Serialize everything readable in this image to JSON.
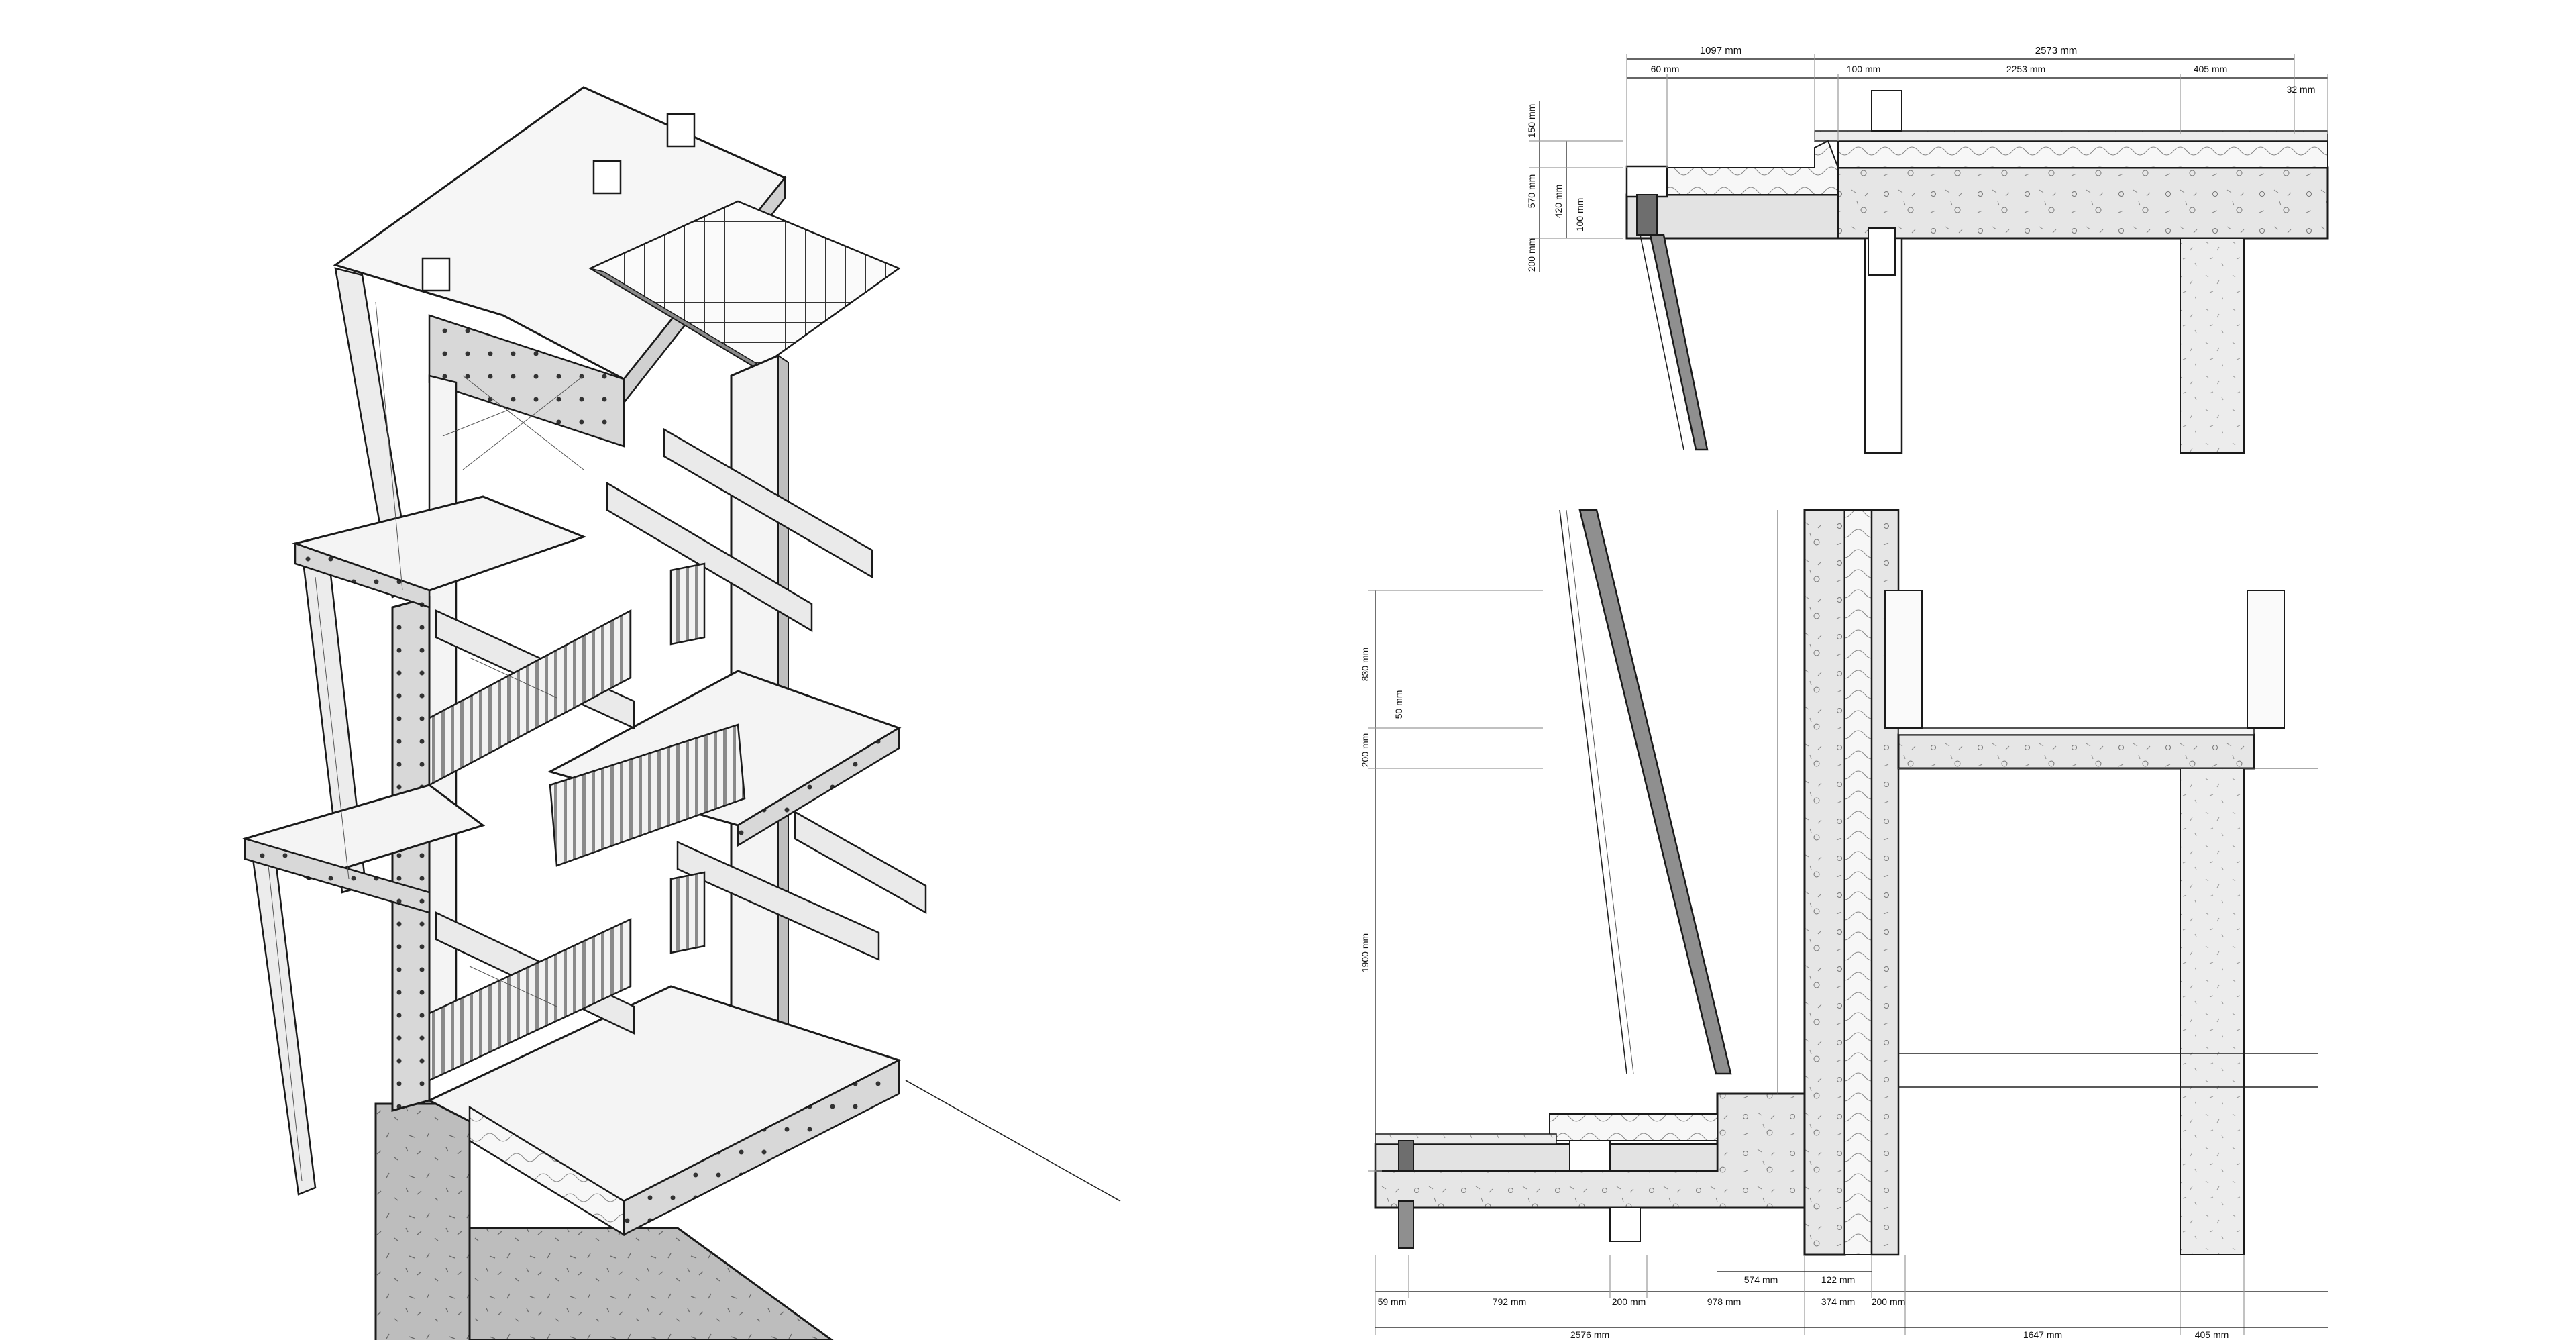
{
  "colors": {
    "background": "#ffffff",
    "ink": "#1a1a1a",
    "concrete": "#e6e6e6",
    "concrete_dark": "#d4d4d4",
    "steel": "#9a9a9a",
    "steel_dark": "#6e6e6e",
    "insulation": "#f4f4f4"
  },
  "roof_section": {
    "horizontal_top": [
      "1097 mm",
      "2573 mm"
    ],
    "horizontal_sub": [
      "60 mm",
      "100 mm",
      "2253 mm",
      "405 mm",
      "32 mm"
    ],
    "vertical": [
      "150 mm",
      "570 mm",
      "420 mm",
      "100 mm",
      "200 mm"
    ]
  },
  "floor_section": {
    "vertical": [
      "830 mm",
      "50 mm",
      "200 mm",
      "1900 mm"
    ],
    "bottom_row_1": [
      "59 mm",
      "792 mm",
      "200 mm",
      "978 mm",
      "374 mm",
      "200 mm"
    ],
    "bottom_small": [
      "574 mm",
      "122 mm"
    ],
    "bottom_row_2": [
      "2576 mm",
      "1647 mm",
      "405 mm"
    ]
  }
}
